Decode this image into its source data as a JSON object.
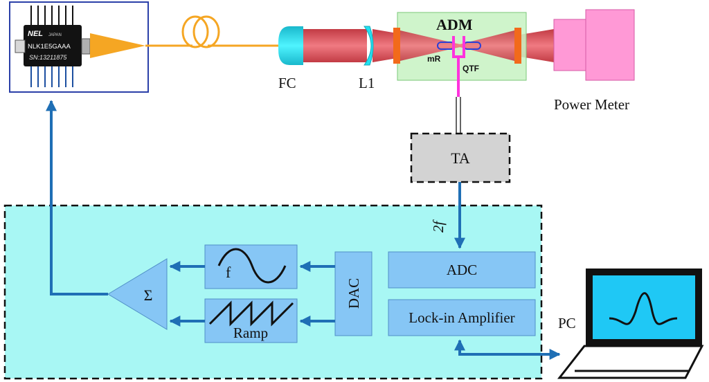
{
  "laser": {
    "brand": "NEL",
    "country": "JAPAN",
    "model": "NLK1E5GAAA",
    "serial": "SN:13211875"
  },
  "optics": {
    "fc_label": "FC",
    "l1_label": "L1",
    "adm_label": "ADM",
    "mr_label": "mR",
    "qtf_label": "QTF",
    "power_meter_label": "Power Meter"
  },
  "electronics": {
    "ta_label": "TA",
    "signal_label": "2f",
    "adc_label": "ADC",
    "lockin_label": "Lock-in Amplifier",
    "dac_label": "DAC",
    "sine_label": "f",
    "ramp_label": "Ramp",
    "sum_label": "Σ",
    "pc_label": "PC"
  },
  "colors": {
    "beam": "#e0555d",
    "fiber": "#f5a623",
    "arrow": "#1f6fb5",
    "panel": "#a8f7f4",
    "block": "#86c6f5",
    "adm_fill": "#c7f2c2",
    "qtf": "#ff33dd",
    "power_meter": "#ff99d6",
    "lens": "#22e0f0",
    "window": "#f26a1b",
    "ta_fill": "#d3d3d3",
    "pc_screen": "#1fc8f5"
  }
}
